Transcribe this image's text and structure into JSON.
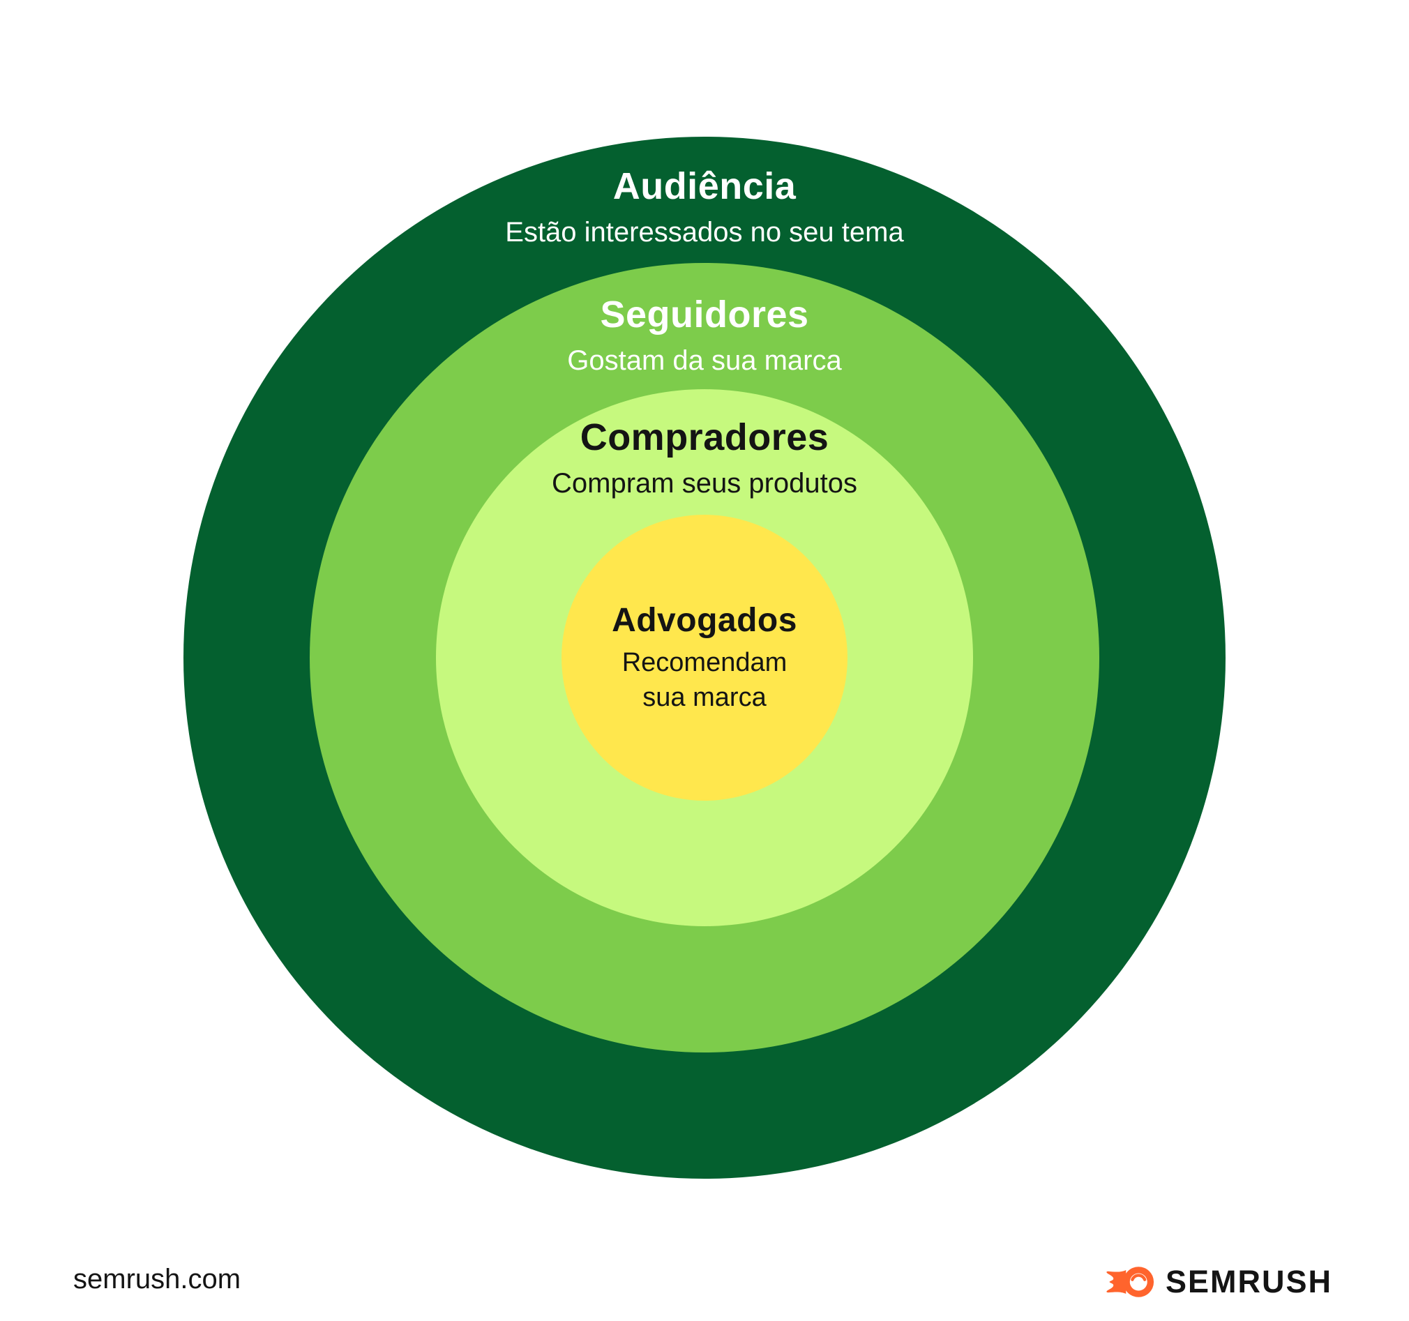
{
  "diagram": {
    "rings": [
      {
        "id": "audiencia",
        "title": "Audiência",
        "subtitle": "Estão interessados no seu tema",
        "fill": "#04602F",
        "text_color": "#FFFFFF"
      },
      {
        "id": "seguidores",
        "title": "Seguidores",
        "subtitle": "Gostam da sua marca",
        "fill": "#7DCC4B",
        "text_color": "#FFFFFF"
      },
      {
        "id": "compradores",
        "title": "Compradores",
        "subtitle": "Compram seus produtos",
        "fill": "#C6F97E",
        "text_color": "#141414"
      },
      {
        "id": "advogados",
        "title": "Advogados",
        "subtitle_line1": "Recomendam",
        "subtitle_line2": "sua marca",
        "fill": "#FFE74D",
        "text_color": "#141414"
      }
    ]
  },
  "footer": {
    "website": "semrush.com",
    "brand_wordmark": "SEMRUSH",
    "brand_color": "#FF642D",
    "wordmark_color": "#141414"
  }
}
